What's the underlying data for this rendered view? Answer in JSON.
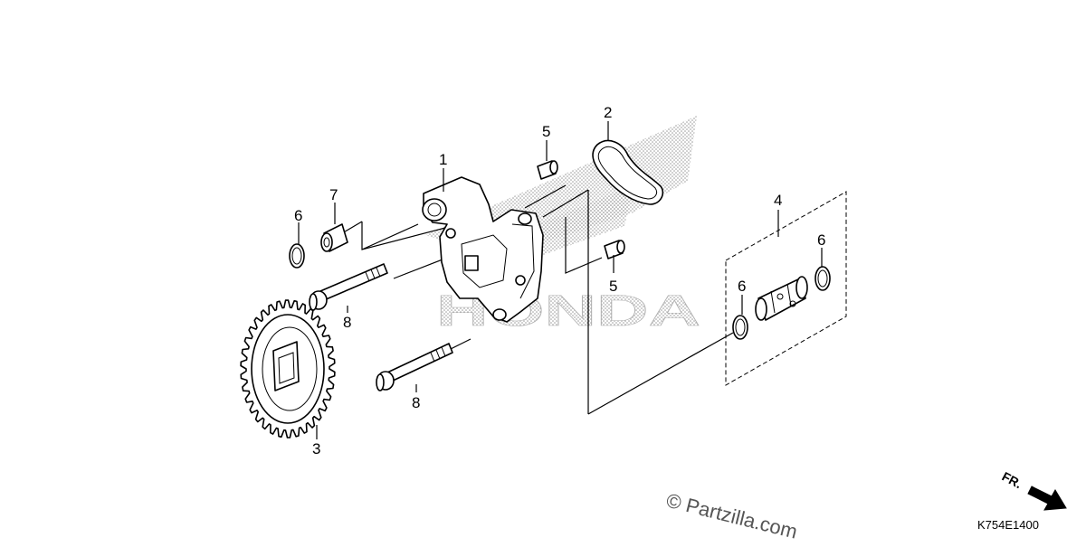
{
  "callouts": {
    "c1": "1",
    "c2": "2",
    "c3": "3",
    "c4": "4",
    "c5a": "5",
    "c5b": "5",
    "c6a": "6",
    "c6b": "6",
    "c6c": "6",
    "c7": "7",
    "c8a": "8",
    "c8b": "8"
  },
  "watermark": {
    "brand": "HONDA",
    "copyright": "© Partzilla.com"
  },
  "direction_marker": {
    "label": "FR."
  },
  "diagram_code": "K754E1400",
  "colors": {
    "line": "#000000",
    "background": "#ffffff",
    "halftone": "#9a9a9a"
  }
}
